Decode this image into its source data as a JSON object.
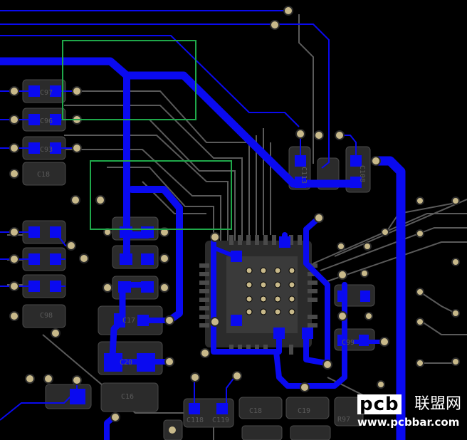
{
  "canvas": {
    "background": "#000000",
    "colors": {
      "top_copper": "#0a0af0",
      "inner_trace": "#5a5a5a",
      "component_body": "#2b2b2b",
      "silkscreen": "#5a5a5a",
      "keepout_box": "#1fa84a",
      "via_ring": "#c8b98a"
    }
  },
  "silk_labels": [
    {
      "text": "C113",
      "rot": 90
    },
    {
      "text": "C108",
      "rot": 90
    },
    {
      "text": "C18",
      "rot": 0
    },
    {
      "text": "C18",
      "rot": 0
    },
    {
      "text": "C19",
      "rot": 0
    },
    {
      "text": "R97",
      "rot": 0
    },
    {
      "text": "C118",
      "rot": 0
    },
    {
      "text": "C119",
      "rot": 0
    },
    {
      "text": "C16",
      "rot": 0
    },
    {
      "text": "C20",
      "rot": 0
    },
    {
      "text": "C17",
      "rot": 0
    },
    {
      "text": "C97",
      "rot": 0
    },
    {
      "text": "C96",
      "rot": 0
    },
    {
      "text": "C93",
      "rot": 0
    },
    {
      "text": "C98",
      "rot": 0
    },
    {
      "text": "C99",
      "rot": 0
    }
  ],
  "watermark": {
    "logo_pcb": "pcb",
    "logo_cn": "联盟网",
    "url": "www.pcbbar.com"
  }
}
